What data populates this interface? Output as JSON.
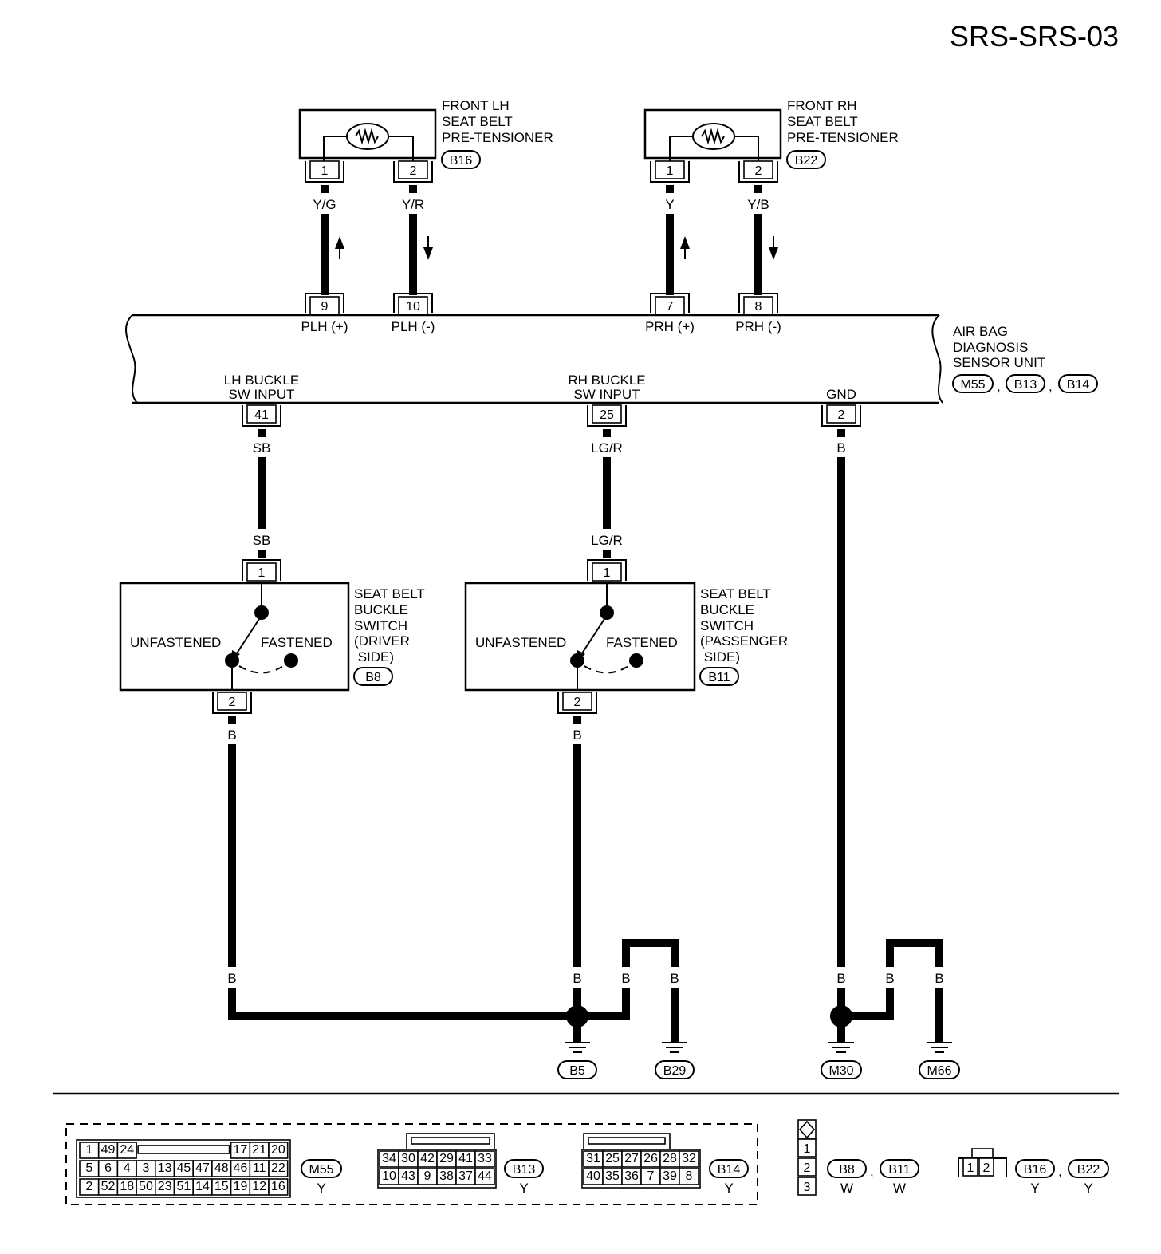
{
  "page_title": "SRS-SRS-03",
  "components": {
    "front_lh_pretensioner": {
      "name_lines": [
        "FRONT LH",
        "SEAT BELT",
        "PRE-TENSIONER"
      ],
      "connector": "B16",
      "pins": [
        "1",
        "2"
      ]
    },
    "front_rh_pretensioner": {
      "name_lines": [
        "FRONT RH",
        "SEAT BELT",
        "PRE-TENSIONER"
      ],
      "connector": "B22",
      "pins": [
        "1",
        "2"
      ]
    },
    "airbag_unit": {
      "name_lines": [
        "AIR BAG",
        "DIAGNOSIS",
        "SENSOR UNIT"
      ],
      "connectors": [
        "M55",
        "B13",
        "B14"
      ],
      "separator": ",",
      "top_pins": [
        {
          "pin": "9",
          "label": "PLH (+)"
        },
        {
          "pin": "10",
          "label": "PLH (-)"
        },
        {
          "pin": "7",
          "label": "PRH (+)"
        },
        {
          "pin": "8",
          "label": "PRH (-)"
        }
      ],
      "bottom_pins": [
        {
          "pin": "41",
          "label_lines": [
            "LH BUCKLE",
            "SW INPUT"
          ]
        },
        {
          "pin": "25",
          "label_lines": [
            "RH BUCKLE",
            "SW INPUT"
          ]
        },
        {
          "pin": "2",
          "label_lines": [
            "GND"
          ]
        }
      ]
    },
    "driver_buckle_switch": {
      "name_lines": [
        "SEAT BELT",
        "BUCKLE",
        "SWITCH",
        "(DRIVER",
        " SIDE)"
      ],
      "connector": "B8",
      "pins": [
        "1",
        "2"
      ],
      "state_unfastened": "UNFASTENED",
      "state_fastened": "FASTENED"
    },
    "passenger_buckle_switch": {
      "name_lines": [
        "SEAT BELT",
        "BUCKLE",
        "SWITCH",
        "(PASSENGER",
        " SIDE)"
      ],
      "connector": "B11",
      "pins": [
        "1",
        "2"
      ],
      "state_unfastened": "UNFASTENED",
      "state_fastened": "FASTENED"
    }
  },
  "wire_colors": {
    "lh_plus": "Y/G",
    "lh_minus": "Y/R",
    "rh_plus": "Y",
    "rh_minus": "Y/B",
    "lh_buckle": "SB",
    "rh_buckle": "LG/R",
    "gnd": "B"
  },
  "grounds": [
    "B5",
    "B29",
    "M30",
    "M66"
  ],
  "connector_views": {
    "m55": {
      "id": "M55",
      "color": "Y",
      "rows": [
        [
          "1",
          "49",
          "24",
          "",
          "17",
          "21",
          "20"
        ],
        [
          "5",
          "6",
          "4",
          "3",
          "13",
          "45",
          "47",
          "48",
          "46",
          "11",
          "22"
        ],
        [
          "2",
          "52",
          "18",
          "50",
          "23",
          "51",
          "14",
          "15",
          "19",
          "12",
          "16"
        ]
      ]
    },
    "b13": {
      "id": "B13",
      "color": "Y",
      "rows": [
        [
          "34",
          "30",
          "42",
          "29",
          "41",
          "33"
        ],
        [
          "10",
          "43",
          "9",
          "38",
          "37",
          "44"
        ]
      ]
    },
    "b14": {
      "id": "B14",
      "color": "Y",
      "rows": [
        [
          "31",
          "25",
          "27",
          "26",
          "28",
          "32"
        ],
        [
          "40",
          "35",
          "36",
          "7",
          "39",
          "8"
        ]
      ]
    },
    "b8_b11": {
      "ids": [
        "B8",
        "B11"
      ],
      "colors": [
        "W",
        "W"
      ],
      "pins": [
        "1",
        "2",
        "3"
      ]
    },
    "b16_b22": {
      "ids": [
        "B16",
        "B22"
      ],
      "colors": [
        "Y",
        "Y"
      ],
      "pins": [
        "1",
        "2"
      ]
    }
  },
  "style": {
    "ink": "#000000",
    "paper": "#ffffff"
  }
}
